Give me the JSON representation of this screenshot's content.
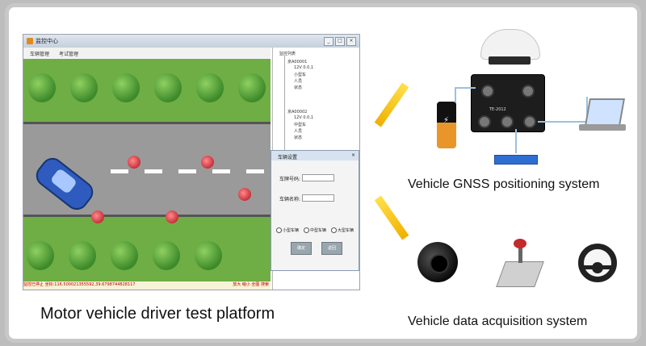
{
  "window": {
    "title": "监控中心",
    "menu": [
      "车辆管理",
      "考试管理"
    ],
    "status_text": "监控已停止   坐标:116.500021355592,39.6798744828117",
    "status_right": "放大  缩小  全图  搜索",
    "tree_root": "监控列表",
    "tree_nodes": [
      "京A00001",
      "12V 0.0,1",
      "小型车",
      "人员",
      "状态",
      "京A00002",
      "12V 0.0,1",
      "中型车",
      "人员",
      "状态"
    ]
  },
  "dialog": {
    "title": "车辆设置",
    "plate_label": "车牌号码:",
    "name_label": "车辆名称:",
    "radios": [
      "小型车辆",
      "中型车辆",
      "大型车辆"
    ],
    "ok_label": "确定",
    "cancel_label": "返回",
    "side_note": "确定"
  },
  "captions": {
    "platform": "Motor vehicle driver test platform",
    "gnss": "Vehicle GNSS positioning system",
    "acquisition": "Vehicle data acquisition system"
  },
  "hardware": {
    "gnss_receiver_label": "TE-2012",
    "icons": [
      "gnss-antenna-icon",
      "gnss-receiver-icon",
      "battery-icon",
      "network-switch-icon",
      "laptop-icon",
      "camera-icon",
      "gear-shifter-icon",
      "steering-wheel-icon",
      "wireless-link-icon"
    ]
  },
  "colors": {
    "bolt": "#f2c200",
    "road": "#9a9a9a",
    "grass": "#6fae45"
  }
}
